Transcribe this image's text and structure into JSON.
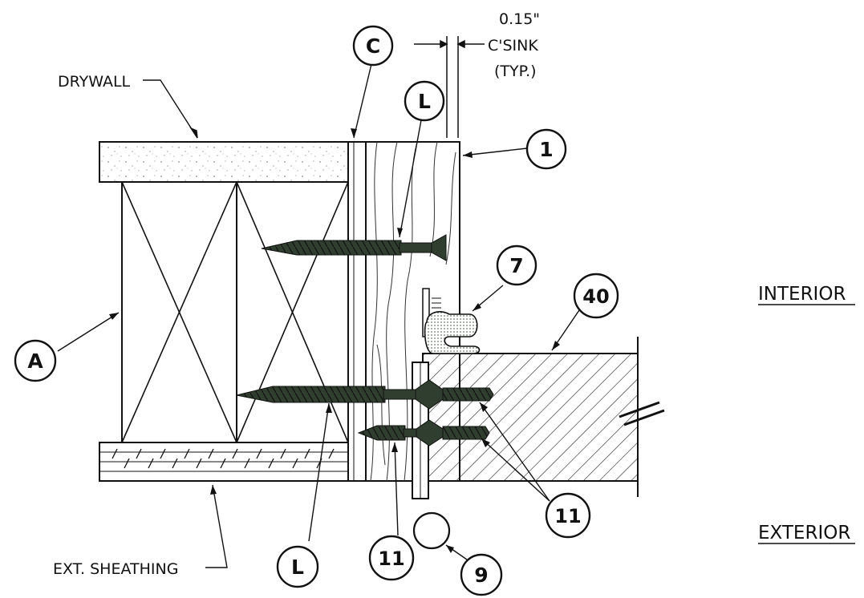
{
  "labels": {
    "drywall": "DRYWALL",
    "ext_sheathing": "EXT. SHEATHING",
    "interior": "INTERIOR",
    "exterior": "EXTERIOR",
    "csink_value": "0.15\"",
    "csink_text": "C'SINK",
    "csink_typ": "(TYP.)"
  },
  "callouts": {
    "c": "C",
    "l_top": "L",
    "l_bottom": "L",
    "one": "1",
    "seven": "7",
    "forty": "40",
    "a": "A",
    "eleven_right": "11",
    "eleven_bottom": "11",
    "nine": "9"
  },
  "colors": {
    "screw": "#2f3e2f",
    "ink": "#111111",
    "background": "#ffffff"
  }
}
